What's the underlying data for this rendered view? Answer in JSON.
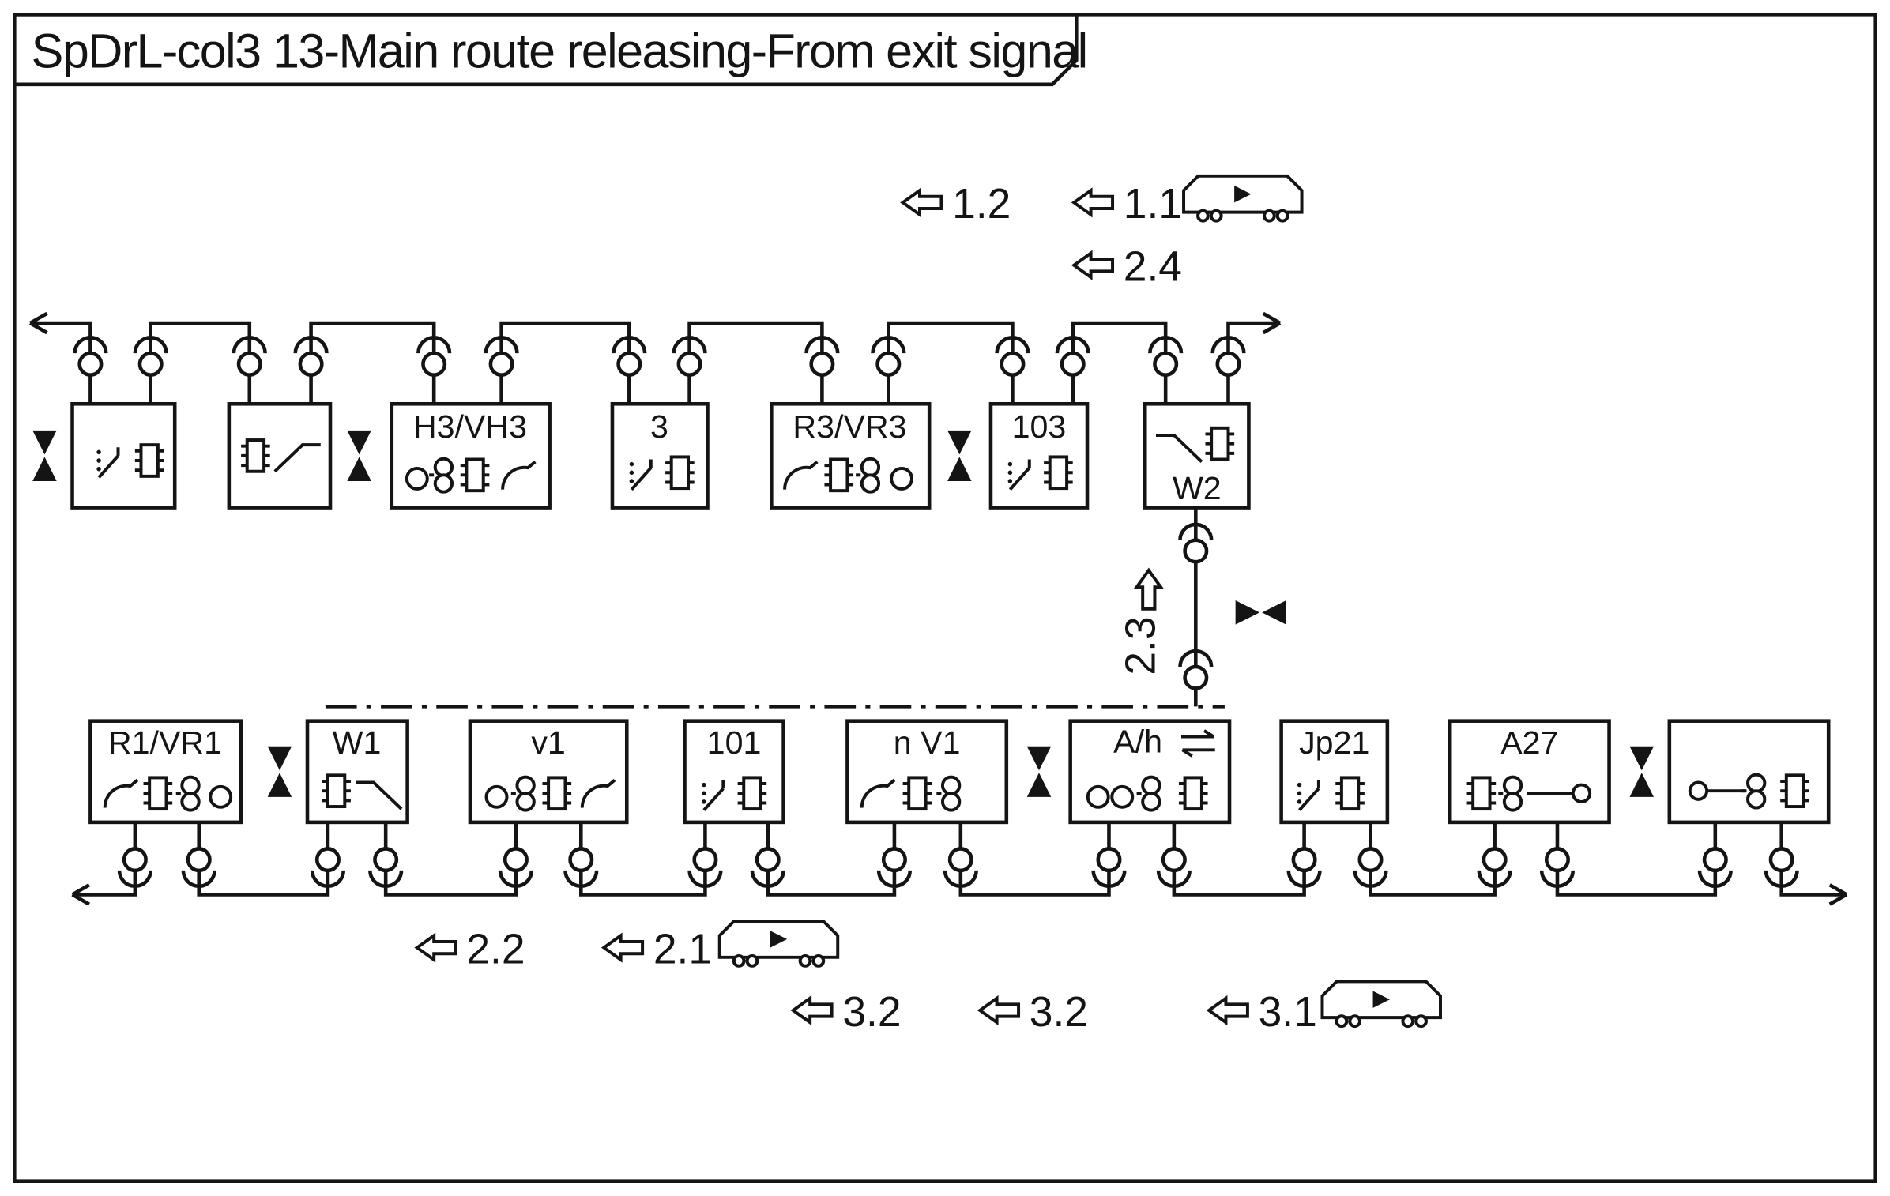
{
  "title": "SpDrL-col3 13-Main route releasing-From exit signal",
  "top_row": {
    "boxes": [
      {
        "label": "",
        "glyphs": [
          "dotted-contact",
          "chip"
        ]
      },
      {
        "label": "",
        "glyphs": [
          "chip",
          "switch"
        ]
      },
      {
        "label": "H3/VH3",
        "glyphs": [
          "coil",
          "double-coil",
          "chip",
          "arc-contact"
        ]
      },
      {
        "label": "3",
        "glyphs": [
          "dotted-contact",
          "chip"
        ]
      },
      {
        "label": "R3/VR3",
        "glyphs": [
          "arc-contact",
          "chip",
          "double-coil",
          "coil"
        ]
      },
      {
        "label": "103",
        "glyphs": [
          "dotted-contact",
          "chip"
        ]
      },
      {
        "label": "W2",
        "glyphs": [
          "switch",
          "chip"
        ]
      }
    ]
  },
  "bottom_row": {
    "boxes": [
      {
        "label": "R1/VR1",
        "glyphs": [
          "arc-contact",
          "chip",
          "double-coil",
          "coil"
        ]
      },
      {
        "label": "W1",
        "glyphs": [
          "chip",
          "switch"
        ]
      },
      {
        "label": "v1",
        "glyphs": [
          "coil",
          "double-coil",
          "chip",
          "arc-contact"
        ]
      },
      {
        "label": "101",
        "glyphs": [
          "dotted-contact",
          "chip"
        ]
      },
      {
        "label": "n V1",
        "glyphs": [
          "arc-contact",
          "chip",
          "double-coil"
        ]
      },
      {
        "label": "A/h",
        "glyphs": [
          "coil",
          "coil",
          "double-coil",
          "chip"
        ]
      },
      {
        "label": "Jp21",
        "glyphs": [
          "dotted-contact",
          "chip"
        ]
      },
      {
        "label": "A27",
        "glyphs": [
          "chip",
          "double-coil",
          "wire-to-coil"
        ]
      },
      {
        "label": "",
        "glyphs": [
          "coil",
          "wire",
          "double-coil",
          "chip"
        ]
      }
    ]
  },
  "route_marks": {
    "top": [
      {
        "label": "1.2",
        "train": false
      },
      {
        "label": "1.1",
        "train": true
      },
      {
        "label": "2.4",
        "train": false
      }
    ],
    "vertical": {
      "label": "2.3"
    },
    "middle": [
      {
        "label": "2.2",
        "train": false
      },
      {
        "label": "2.1",
        "train": true
      }
    ],
    "bottom": [
      {
        "label": "3.2",
        "train": false
      },
      {
        "label": "3.2",
        "train": false
      },
      {
        "label": "3.1",
        "train": true
      }
    ]
  },
  "icons": {
    "route_arrow": "hollow-left-block-arrow",
    "route_arrow_up": "hollow-up-block-arrow",
    "train_unit": "wagon-with-right-triangle",
    "separator": "vertical-hourglass",
    "coupling": "horizontal-bowtie",
    "swap": "double-opposite-arrows"
  },
  "colors": {
    "ink": "#141414",
    "paper": "#ffffff"
  }
}
